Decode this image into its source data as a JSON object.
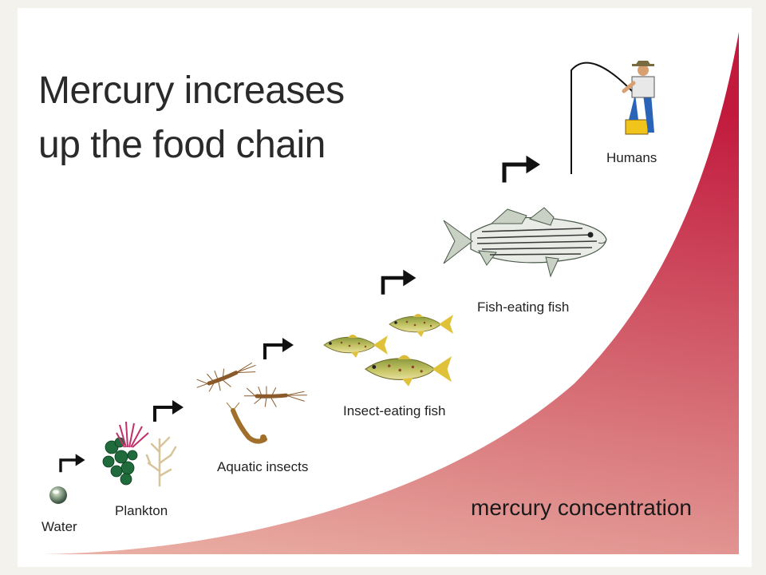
{
  "title": {
    "line1": "Mercury increases",
    "line2": "up the food chain"
  },
  "stages": [
    {
      "label": "Water",
      "icon": "water-droplet-icon"
    },
    {
      "label": "Plankton",
      "icon": "plankton-icon"
    },
    {
      "label": "Aquatic insects",
      "icon": "aquatic-insects-icon"
    },
    {
      "label": "Insect-eating fish",
      "icon": "small-fish-icon"
    },
    {
      "label": "Fish-eating fish",
      "icon": "striped-bass-icon"
    },
    {
      "label": "Humans",
      "icon": "fisherman-icon"
    }
  ],
  "gradient": {
    "label": "mercury concentration",
    "color_light": "#eab1a6",
    "color_dark": "#c21a3d"
  },
  "arrow_icon": "turn-right-arrow-icon"
}
